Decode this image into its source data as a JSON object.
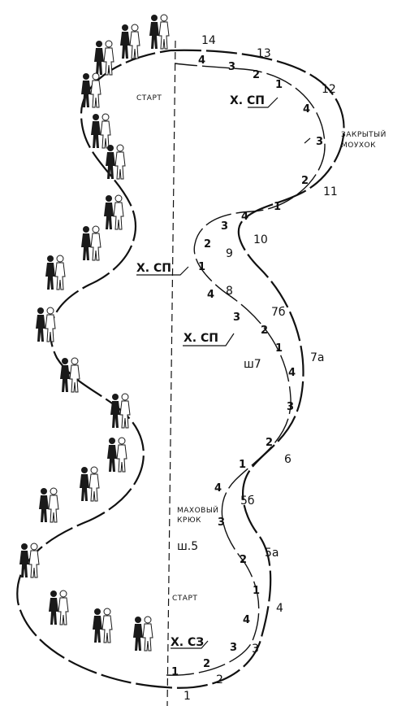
{
  "start_labels": {
    "top": "СТАРТ",
    "bottom": "СТАРТ"
  },
  "hold_labels": {
    "kh_sp_1": "Х. СП",
    "kh_sp_2": "Х. СП",
    "kh_sp_3": "Х. СП",
    "kh_sz": "Х. СЗ"
  },
  "notes": {
    "closed_mohawk": [
      "ЗАКРЫТЫЙ",
      "МОУХОК"
    ],
    "swing_hook": [
      "МАХОВЫЙ",
      "КРЮК"
    ]
  },
  "step_numbers": {
    "s1": "1",
    "s2": "2",
    "s3": "3",
    "s4": "4",
    "s5a": "5а",
    "s5b": "5б",
    "s6": "6",
    "s7a": "7а",
    "s7b": "7б",
    "s8": "8",
    "s9": "9",
    "s10": "10",
    "s11": "11",
    "s12": "12",
    "s13": "13",
    "s14": "14",
    "sh5": "ш.5",
    "sh7": "ш7"
  },
  "beat_counts": {
    "top_arc": [
      "4",
      "3",
      "2",
      "1"
    ],
    "right_upper": [
      "4",
      "3",
      "2",
      "1"
    ],
    "mid_left": [
      "3",
      "4",
      "2",
      "1",
      "4"
    ],
    "mid_right": [
      "3",
      "2",
      "1",
      "4",
      "3",
      "2",
      "1"
    ],
    "lower_left": [
      "4",
      "3",
      "2",
      "1",
      "4",
      "3",
      "2",
      "1"
    ]
  }
}
